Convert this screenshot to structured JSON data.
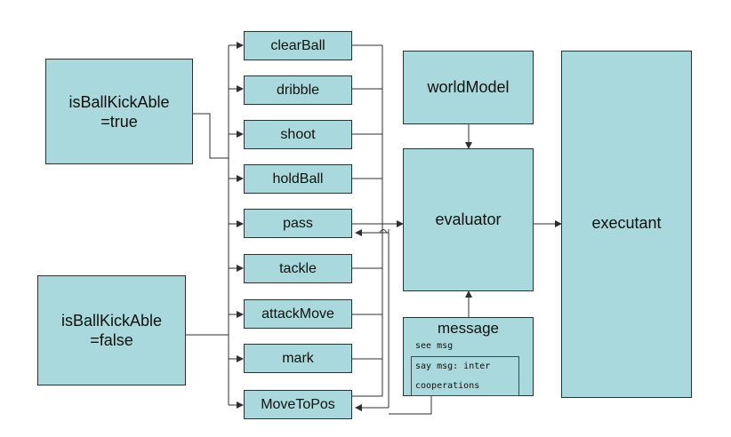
{
  "conditions": {
    "true_line1": "isBallKickAble",
    "true_line2": "=true",
    "false_line1": "isBallKickAble",
    "false_line2": "=false"
  },
  "actions": [
    "clearBall",
    "dribble",
    "shoot",
    "holdBall",
    "pass",
    "tackle",
    "attackMove",
    "mark",
    "MoveToPos"
  ],
  "world_model": "worldModel",
  "evaluator": "evaluator",
  "executant": "executant",
  "message": {
    "title": "message",
    "see": "see msg",
    "say": "say msg: inter",
    "coop": "cooperations"
  },
  "colors": {
    "box_fill": "#a9d9dc",
    "line": "#2f2f2f"
  }
}
